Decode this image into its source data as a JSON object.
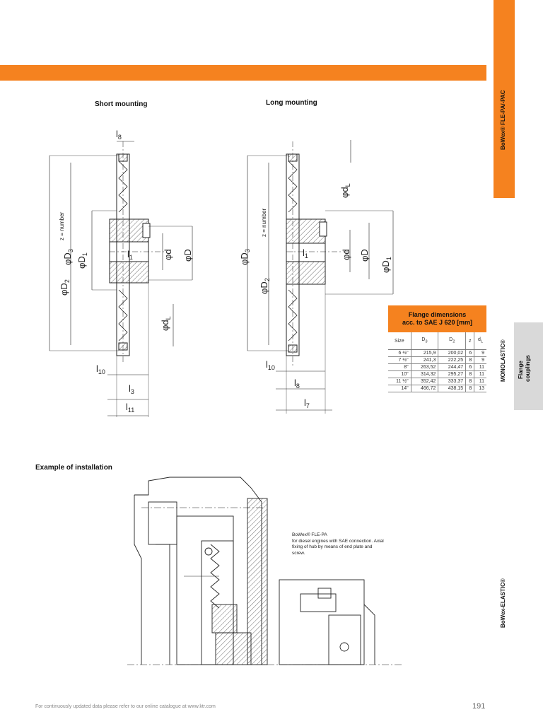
{
  "side": {
    "product": "BoWex® FLE-PA/-PAC",
    "monolastic": "MONOLASTIC®",
    "tab_line1": "Flange",
    "tab_line2": "couplings",
    "elastic": "BoWex-ELASTIC®"
  },
  "short_mounting": {
    "title": "Short mounting",
    "z_label": "z = number",
    "labels": {
      "d3": "φD",
      "d3_sub": "3",
      "d2": "φD",
      "d2_sub": "2",
      "d1": "φD",
      "d1_sub": "1",
      "d": "φd",
      "D": "φD",
      "dL": "φd",
      "dL_sub": "L",
      "l8": "l",
      "l8_sub": "8",
      "l1": "l",
      "l1_sub": "1",
      "l10": "l",
      "l10_sub": "10",
      "l3": "l",
      "l3_sub": "3",
      "l11": "l",
      "l11_sub": "11"
    }
  },
  "long_mounting": {
    "title": "Long mounting",
    "z_label": "z = number",
    "labels": {
      "d3": "φD",
      "d3_sub": "3",
      "d2": "φD",
      "d2_sub": "2",
      "d1": "φD",
      "d1_sub": "1",
      "d": "φd",
      "D": "φD",
      "dL": "φd",
      "dL_sub": "L",
      "l1": "l",
      "l1_sub": "1",
      "l10": "l",
      "l10_sub": "10",
      "l8": "l",
      "l8_sub": "8",
      "l7": "l",
      "l7_sub": "7"
    }
  },
  "flange_table": {
    "title_line1": "Flange dimensions",
    "title_line2": "acc. to SAE J 620 [mm]",
    "headers": {
      "size": "Size",
      "d3": "D",
      "d3_sub": "3",
      "d2": "D",
      "d2_sub": "2",
      "z": "z",
      "dl": "d",
      "dl_sub": "L"
    },
    "rows": [
      {
        "size": "6 ½\"",
        "d3": "215,9",
        "d2": "200,02",
        "z": "6",
        "dl": "9"
      },
      {
        "size": "7 ½\"",
        "d3": "241,3",
        "d2": "222,25",
        "z": "8",
        "dl": "9"
      },
      {
        "size": "8\"",
        "d3": "263,52",
        "d2": "244,47",
        "z": "6",
        "dl": "11"
      },
      {
        "size": "10\"",
        "d3": "314,32",
        "d2": "295,27",
        "z": "8",
        "dl": "11"
      },
      {
        "size": "11 ½\"",
        "d3": "352,42",
        "d2": "333,37",
        "z": "8",
        "dl": "11"
      },
      {
        "size": "14\"",
        "d3": "466,72",
        "d2": "438,15",
        "z": "8",
        "dl": "13"
      }
    ]
  },
  "installation": {
    "title": "Example of installation",
    "caption_title": "BoWex® FLE-PA",
    "caption_text": "for diesel engines with SAE connection. Axial fixing of hub by means of end plate and screw."
  },
  "footer": {
    "text": "For continuously updated data please refer to our online catalogue at www.ktr.com",
    "page": "191"
  }
}
